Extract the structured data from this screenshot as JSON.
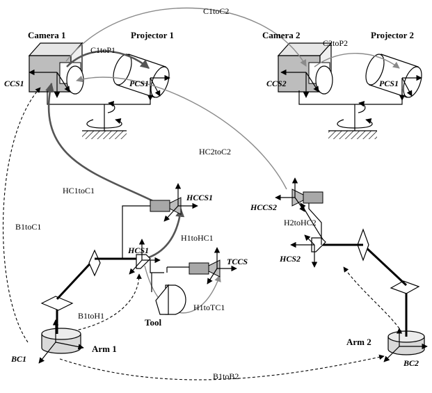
{
  "devices": {
    "camera1": "Camera 1",
    "projector1": "Projector 1",
    "camera2": "Camera 2",
    "projector2": "Projector 2",
    "tool": "Tool",
    "arm1": "Arm 1",
    "arm2": "Arm 2"
  },
  "frames": {
    "ccs1": "CCS1",
    "pcs1_left": "PCS1",
    "ccs2": "CCS2",
    "pcs1_right": "PCS1",
    "hccs1": "HCCS1",
    "hccs2": "HCCS2",
    "hcs1": "HCS1",
    "hcs2": "HCS2",
    "tccs": "TCCS",
    "bc1": "BC1",
    "bc2": "BC2"
  },
  "transforms": {
    "c1toc2": "C1toC2",
    "c1top1": "C1toP1",
    "c2top2": "C2toP2",
    "hc2toc2": "HC2toC2",
    "hc1toc1": "HC1toC1",
    "b1toc1": "B1toC1",
    "h2tohc2": "H2toHC2",
    "h1tohc1": "H1toHC1",
    "h1totc1": "H1toTC1",
    "b1toh1": "B1toH1",
    "b1tob2": "B1toB2"
  },
  "colors": {
    "line": "#000000",
    "gray_link": "#8a8a8a",
    "dark_link": "#555555",
    "fill_box": "#a8a8a8",
    "fill_face": "#d9d9d9"
  }
}
